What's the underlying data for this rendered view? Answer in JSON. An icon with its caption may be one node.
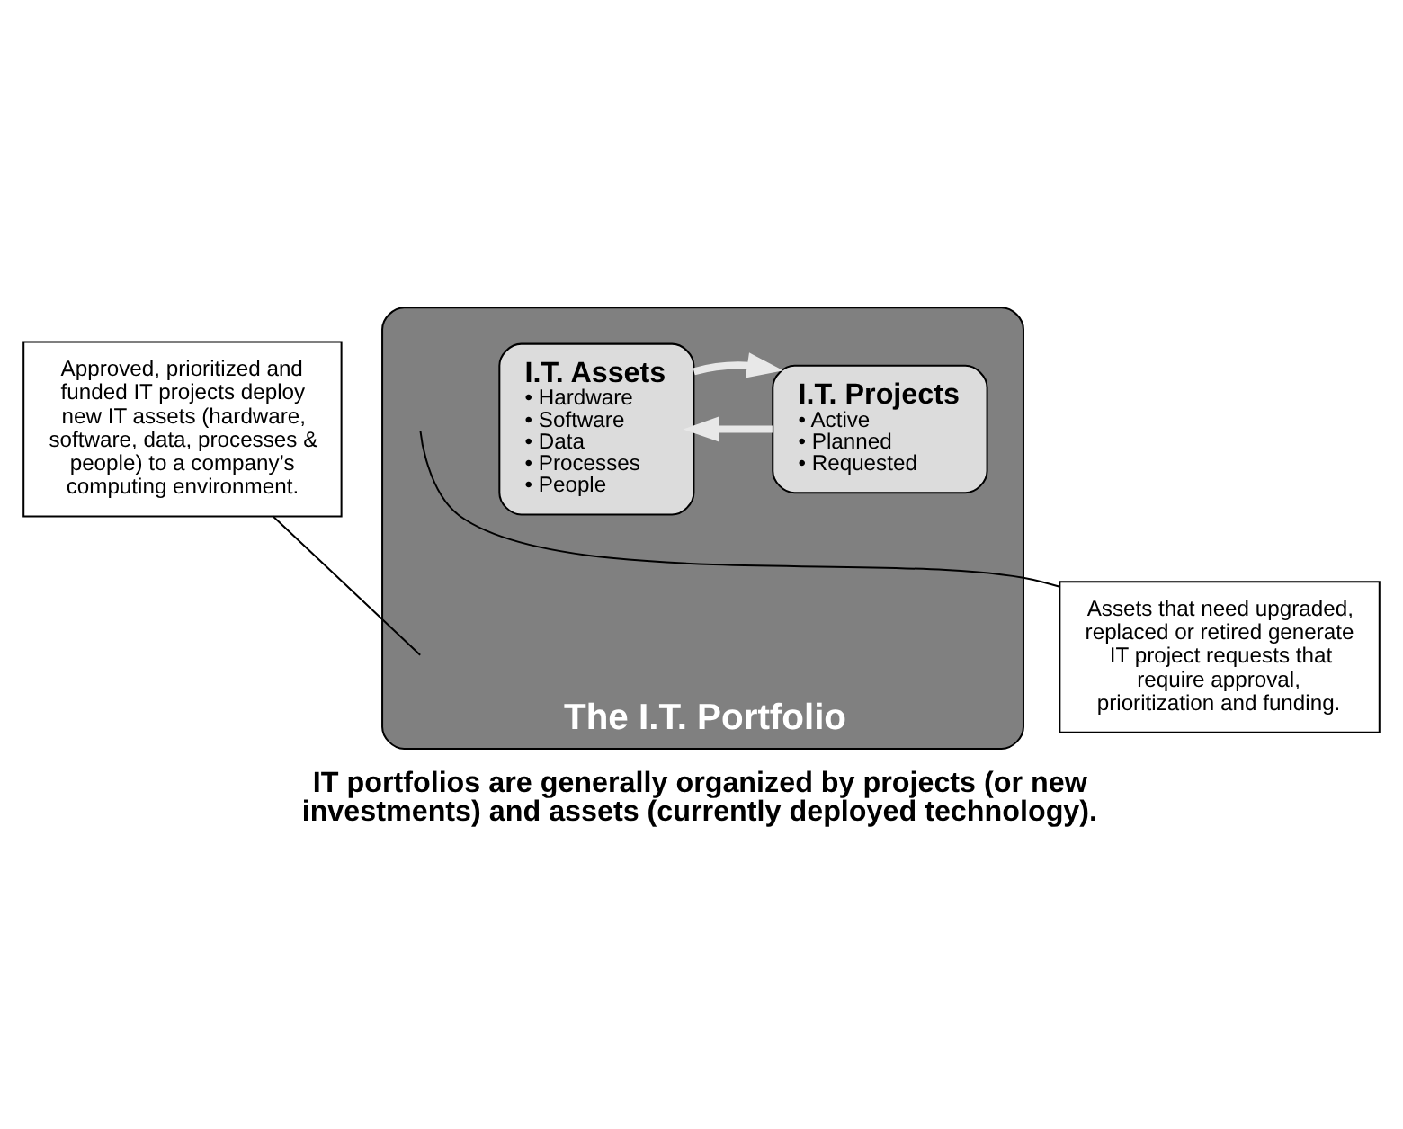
{
  "diagram": {
    "caption": "IT portfolios are generally organized by projects (or new investments) and assets (currently deployed technology).",
    "nodes": [
      {
        "text": [
          "The I.T. Portfolio"
        ]
      },
      {
        "text": [
          "I.T. Projects",
          "• Active",
          "• Planned",
          "• Requested"
        ],
        "in": 0
      },
      {
        "text": [
          "I.T. Assets",
          "• Hardware",
          "• Software",
          "• Data",
          "• Processes",
          "• People"
        ],
        "in": 0
      },
      {
        "text": [
          "Approved, prioritized and funded IT projects deploy new IT assets (hardware, software, data, processes & people) to a company’s computing environment."
        ]
      },
      {
        "text": [
          "Assets that need upgraded, replaced or retired generate IT project requests that require approval, prioritization and funding."
        ]
      }
    ],
    "edges": [
      {
        "from": 1,
        "to": 2,
        "arrow": "to",
        "style": "thick"
      },
      {
        "from": 2,
        "to": 1,
        "arrow": "to",
        "style": "thick"
      },
      {
        "from": 3,
        "to": null,
        "arrow": "none",
        "color": "#000000"
      },
      {
        "from": 4,
        "to": null,
        "arrow": "none",
        "color": "#000000"
      }
    ]
  }
}
